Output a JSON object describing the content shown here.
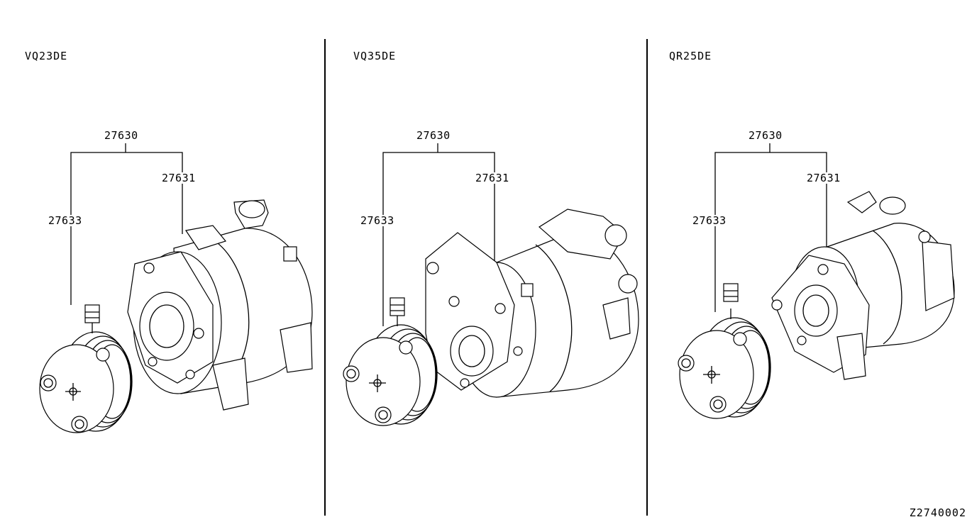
{
  "panels": [
    {
      "engine": "VQ23DE",
      "assembly": "27630",
      "compressor": "27631",
      "clutch": "27633"
    },
    {
      "engine": "VQ35DE",
      "assembly": "27630",
      "compressor": "27631",
      "clutch": "27633"
    },
    {
      "engine": "QR25DE",
      "assembly": "27630",
      "compressor": "27631",
      "clutch": "27633"
    }
  ],
  "reference_code": "Z2740002"
}
